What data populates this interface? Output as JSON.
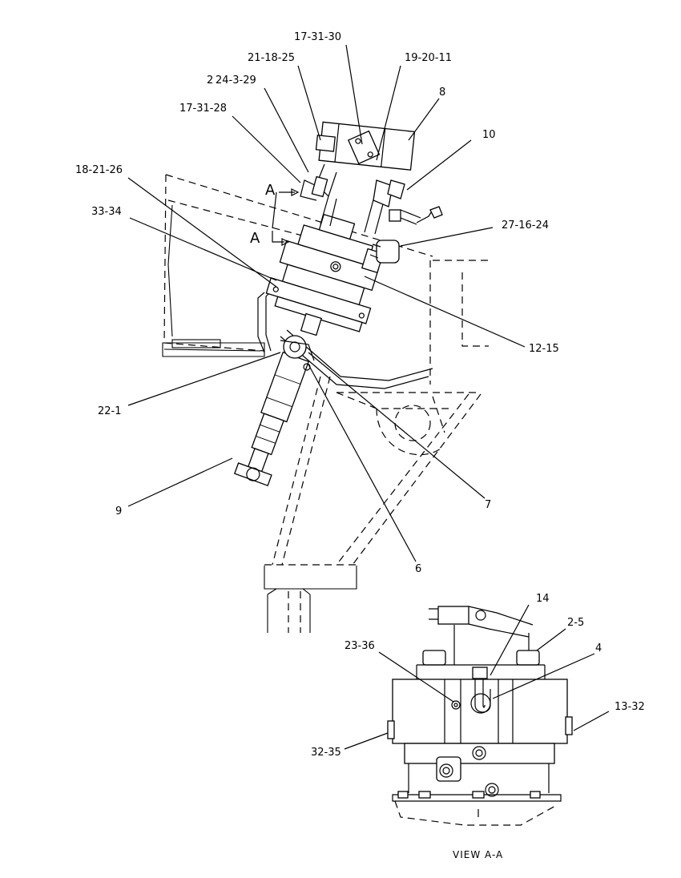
{
  "labels": {
    "l_17_31_30": "17-31-30",
    "l_21_18_25": "21-18-25",
    "l_19_20_11": "19-20-11",
    "l_2": "2",
    "l_24_3_29": "24-3-29",
    "l_8": "8",
    "l_17_31_28": "17-31-28",
    "l_10": "10",
    "l_18_21_26": "18-21-26",
    "l_33_34": "33-34",
    "l_27_16_24": "27-16-24",
    "l_12_15": "12-15",
    "l_22_1": "22-1",
    "l_7": "7",
    "l_9": "9",
    "l_6": "6",
    "l_14": "14",
    "l_2_5": "2-5",
    "l_23_36": "23-36",
    "l_4": "4",
    "l_13_32": "13-32",
    "l_32_35": "32-35"
  },
  "section_marker": "A",
  "view_caption": "VIEW A-A"
}
